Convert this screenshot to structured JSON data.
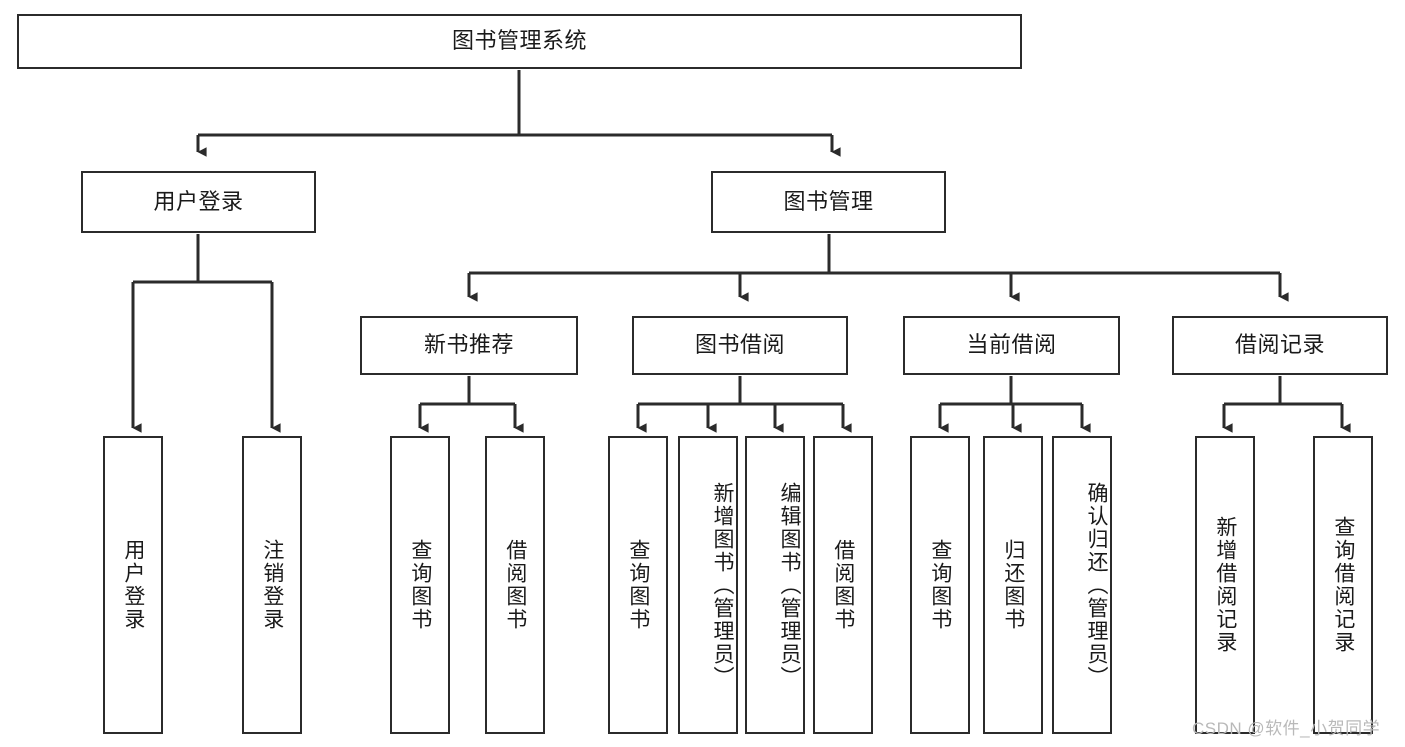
{
  "diagram": {
    "type": "tree",
    "title": "图书管理系统",
    "watermark": "CSDN @软件_小贺同学",
    "colors": {
      "stroke": "#2b2b2b",
      "fill": "#ffffff",
      "text": "#1a1a1a",
      "watermark": "#b9b9b9"
    },
    "levels": {
      "root": {
        "label": "图书管理系统"
      },
      "level2": [
        {
          "id": "user-login",
          "label": "用户登录"
        },
        {
          "id": "book-management",
          "label": "图书管理"
        }
      ],
      "level3": [
        {
          "id": "new-book-recommend",
          "label": "新书推荐",
          "parent": "book-management"
        },
        {
          "id": "book-borrow",
          "label": "图书借阅",
          "parent": "book-management"
        },
        {
          "id": "current-borrow",
          "label": "当前借阅",
          "parent": "book-management"
        },
        {
          "id": "borrow-record",
          "label": "借阅记录",
          "parent": "book-management"
        }
      ],
      "leaves": [
        {
          "id": "leaf-user-login",
          "label": "用户登录",
          "parent": "user-login"
        },
        {
          "id": "leaf-logout-login",
          "label": "注销登录",
          "parent": "user-login"
        },
        {
          "id": "leaf-query-book-1",
          "label": "查询图书",
          "parent": "new-book-recommend"
        },
        {
          "id": "leaf-borrow-book-1",
          "label": "借阅图书",
          "parent": "new-book-recommend"
        },
        {
          "id": "leaf-query-book-2",
          "label": "查询图书",
          "parent": "book-borrow"
        },
        {
          "id": "leaf-add-book",
          "label": "新增图书（管理员）",
          "parent": "book-borrow"
        },
        {
          "id": "leaf-edit-book",
          "label": "编辑图书（管理员）",
          "parent": "book-borrow"
        },
        {
          "id": "leaf-borrow-book-2",
          "label": "借阅图书",
          "parent": "book-borrow"
        },
        {
          "id": "leaf-query-book-3",
          "label": "查询图书",
          "parent": "current-borrow"
        },
        {
          "id": "leaf-return-book",
          "label": "归还图书",
          "parent": "current-borrow"
        },
        {
          "id": "leaf-confirm-return",
          "label": "确认归还（管理员）",
          "parent": "current-borrow"
        },
        {
          "id": "leaf-add-record",
          "label": "新增借阅记录",
          "parent": "borrow-record"
        },
        {
          "id": "leaf-query-record",
          "label": "查询借阅记录",
          "parent": "borrow-record"
        }
      ]
    }
  }
}
